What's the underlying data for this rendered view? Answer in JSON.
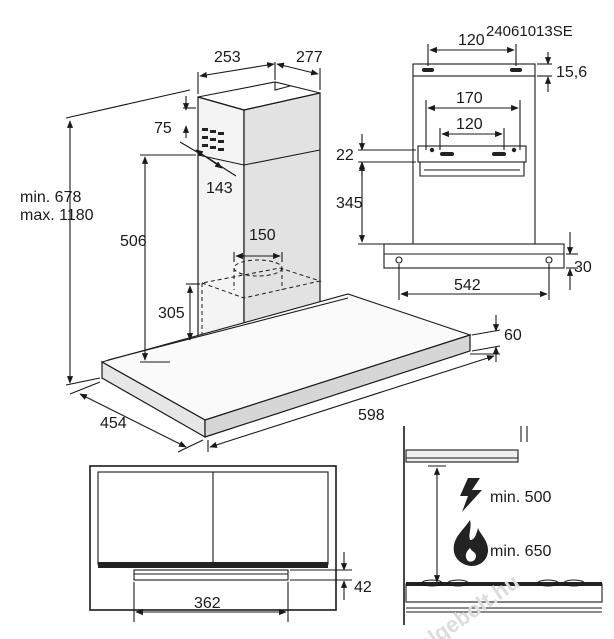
{
  "doc_code": "24061013SE",
  "main_view": {
    "chimney_width": "253",
    "chimney_depth": "277",
    "vent_offset": "75",
    "vent_height": "143",
    "outlet_height": "506",
    "duct_diameter": "150",
    "filter_height": "305",
    "total_height_min": "min. 678",
    "total_height_max": "max. 1180",
    "canopy_thickness": "60",
    "depth": "454",
    "width": "598"
  },
  "bracket_view": {
    "top_spacing": "120",
    "top_offset": "15,6",
    "spacing_outer": "170",
    "spacing_inner": "120",
    "bracket_offset": "22",
    "bracket_height": "345",
    "bottom_offset": "30",
    "bottom_spacing": "542"
  },
  "bottom_view": {
    "filter_width": "362",
    "filter_depth": "42"
  },
  "clearance_view": {
    "electric_min": "min. 500",
    "gas_min": "min. 650"
  },
  "watermark": "elgebolt.hu"
}
